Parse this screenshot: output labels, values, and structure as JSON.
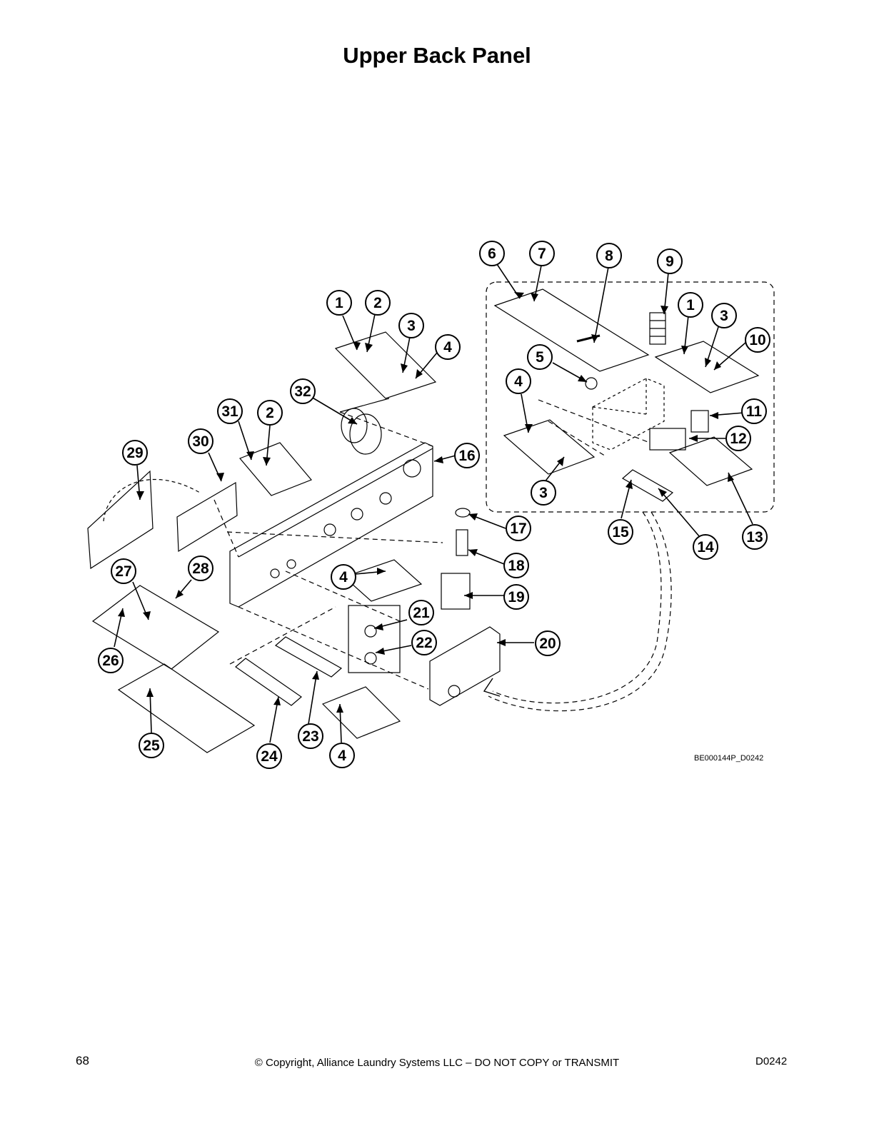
{
  "page": {
    "title": "Upper Back Panel",
    "drawing_code": "BE000144P_D0242",
    "footer": {
      "page_number": "68",
      "copyright": "© Copyright, Alliance Laundry Systems LLC – DO NOT COPY or TRANSMIT",
      "doc_id": "D0242"
    }
  },
  "callouts": [
    {
      "id": "c6",
      "label": "6"
    },
    {
      "id": "c7",
      "label": "7"
    },
    {
      "id": "c8",
      "label": "8"
    },
    {
      "id": "c9",
      "label": "9"
    },
    {
      "id": "c1a",
      "label": "1"
    },
    {
      "id": "c2a",
      "label": "2"
    },
    {
      "id": "c3a",
      "label": "3"
    },
    {
      "id": "c4a",
      "label": "4"
    },
    {
      "id": "c1b",
      "label": "1"
    },
    {
      "id": "c3b",
      "label": "3"
    },
    {
      "id": "c10",
      "label": "10"
    },
    {
      "id": "c5",
      "label": "5"
    },
    {
      "id": "c4b",
      "label": "4"
    },
    {
      "id": "c32",
      "label": "32"
    },
    {
      "id": "c11",
      "label": "11"
    },
    {
      "id": "c12",
      "label": "12"
    },
    {
      "id": "c31",
      "label": "31"
    },
    {
      "id": "c2b",
      "label": "2"
    },
    {
      "id": "c30",
      "label": "30"
    },
    {
      "id": "c29",
      "label": "29"
    },
    {
      "id": "c16",
      "label": "16"
    },
    {
      "id": "c3c",
      "label": "3"
    },
    {
      "id": "c17",
      "label": "17"
    },
    {
      "id": "c15",
      "label": "15"
    },
    {
      "id": "c14",
      "label": "14"
    },
    {
      "id": "c13",
      "label": "13"
    },
    {
      "id": "c18",
      "label": "18"
    },
    {
      "id": "c27",
      "label": "27"
    },
    {
      "id": "c28",
      "label": "28"
    },
    {
      "id": "c4c",
      "label": "4"
    },
    {
      "id": "c19",
      "label": "19"
    },
    {
      "id": "c21",
      "label": "21"
    },
    {
      "id": "c22",
      "label": "22"
    },
    {
      "id": "c20",
      "label": "20"
    },
    {
      "id": "c26",
      "label": "26"
    },
    {
      "id": "c25",
      "label": "25"
    },
    {
      "id": "c23",
      "label": "23"
    },
    {
      "id": "c24",
      "label": "24"
    },
    {
      "id": "c4d",
      "label": "4"
    }
  ]
}
